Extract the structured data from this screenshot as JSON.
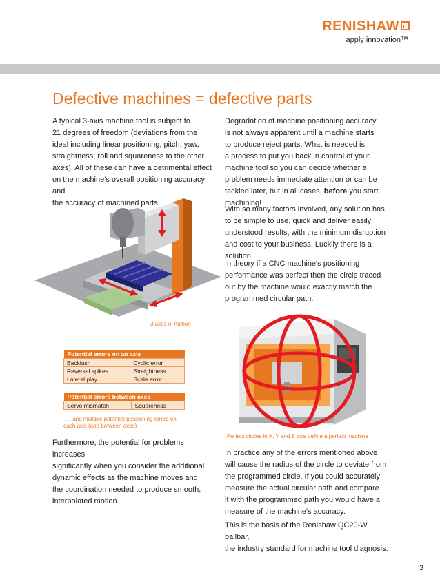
{
  "header": {
    "brand": "RENISHAW",
    "tagline": "apply innovation™"
  },
  "title": "Defective machines = defective parts",
  "left_col": {
    "intro_lines": [
      "A typical 3-axis machine tool is subject to",
      "21 degrees of freedom (deviations from the",
      "ideal including linear positioning, pitch, yaw,",
      "straightness, roll and squareness to the other",
      "axes).  All of these can have a detrimental effect",
      "on the machine's overall positioning accuracy and",
      "the accuracy of machined parts."
    ],
    "figure_caption": "3 axes of motion",
    "axis_table": {
      "header": "Potential errors on an axis",
      "rows": [
        [
          "Backlash",
          "Cyclic error"
        ],
        [
          "Reversal spikes",
          "Straightness"
        ],
        [
          "Lateral play",
          "Scale error"
        ]
      ]
    },
    "between_table": {
      "header": "Potential errors between axes",
      "rows": [
        [
          "Servo mismatch",
          "Squareness"
        ]
      ]
    },
    "table_note_lines": [
      ". . . and multiple potential positioning errors on",
      "each axis (and between axes)"
    ],
    "furthermore_lines": [
      "Furthermore, the potential for problems increases",
      "significantly when you consider the additional",
      "dynamic effects as the machine moves and",
      "the coordination needed to produce smooth,",
      "interpolated motion."
    ]
  },
  "right_col": {
    "p1_lines": [
      "Degradation of machine positioning accuracy",
      "is not always apparent until a machine starts",
      "to produce reject parts.  What is needed is",
      "a process to put you back in control of your",
      "machine tool so you can decide whether a",
      "problem needs immediate attention or can be"
    ],
    "p1_last_pre": "tackled later, but in all cases, ",
    "p1_last_bold": "before",
    "p1_last_post": " you start",
    "p1_end": "machining!",
    "p2_lines": [
      "With so many factors involved, any solution has",
      "to be simple to use, quick and deliver easily",
      "understood results, with the minimum disruption",
      "and cost to your business. Luckily there is a",
      "solution."
    ],
    "p3_lines": [
      "In theory if a CNC machine's positioning",
      "performance was perfect then the circle traced",
      "out by the machine would exactly match the",
      "programmed circular path."
    ],
    "figure_caption": "Perfect circles in X, Y and Z axis define a perfect machine",
    "p4_lines": [
      "In practice any of the errors mentioned above",
      "will cause the radius of the circle to deviate from",
      "the programmed circle. If you could accurately",
      "measure the actual circular path and compare",
      "it with the programmed path you would have a",
      "measure of the machine's accuracy."
    ],
    "p5_lines": [
      "This is the basis of the Renishaw QC20-W ballbar,",
      "the industry standard for machine tool diagnosis."
    ]
  },
  "page_number": "3",
  "colors": {
    "accent": "#e87722",
    "band": "#c7c8ca",
    "table_fill": "#fde3c9"
  }
}
